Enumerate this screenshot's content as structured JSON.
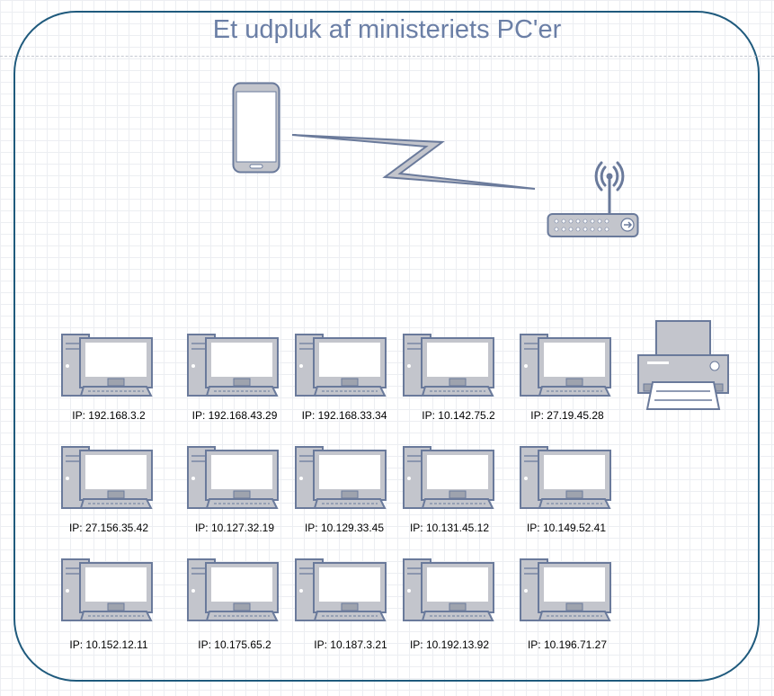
{
  "title": "Et udpluk af ministeriets PC'er",
  "colors": {
    "frame": "#1f5a7d",
    "title": "#6b7fa6",
    "device_fill": "#c3c5cc",
    "device_stroke": "#6a7a9b"
  },
  "devices": {
    "phone": "smartphone-icon",
    "wireless_link": "lightning-link-icon",
    "router": "wireless-router-icon",
    "printer": "printer-icon"
  },
  "computers": [
    {
      "row": 0,
      "col": 0,
      "ip": "IP: 192.168.3.2"
    },
    {
      "row": 0,
      "col": 1,
      "ip": "IP: 192.168.43.29"
    },
    {
      "row": 0,
      "col": 2,
      "ip": "IP: 192.168.33.34"
    },
    {
      "row": 0,
      "col": 3,
      "ip": "IP: 10.142.75.2"
    },
    {
      "row": 0,
      "col": 4,
      "ip": "IP: 27.19.45.28"
    },
    {
      "row": 1,
      "col": 0,
      "ip": "IP: 27.156.35.42"
    },
    {
      "row": 1,
      "col": 1,
      "ip": "IP: 10.127.32.19"
    },
    {
      "row": 1,
      "col": 2,
      "ip": "IP: 10.129.33.45"
    },
    {
      "row": 1,
      "col": 3,
      "ip": "IP: 10.131.45.12"
    },
    {
      "row": 1,
      "col": 4,
      "ip": "IP: 10.149.52.41"
    },
    {
      "row": 2,
      "col": 0,
      "ip": "IP: 10.152.12.11"
    },
    {
      "row": 2,
      "col": 1,
      "ip": "IP: 10.175.65.2"
    },
    {
      "row": 2,
      "col": 2,
      "ip": "IP: 10.187.3.21"
    },
    {
      "row": 2,
      "col": 3,
      "ip": "IP: 10.192.13.92"
    },
    {
      "row": 2,
      "col": 4,
      "ip": "IP: 10.196.71.27"
    }
  ]
}
